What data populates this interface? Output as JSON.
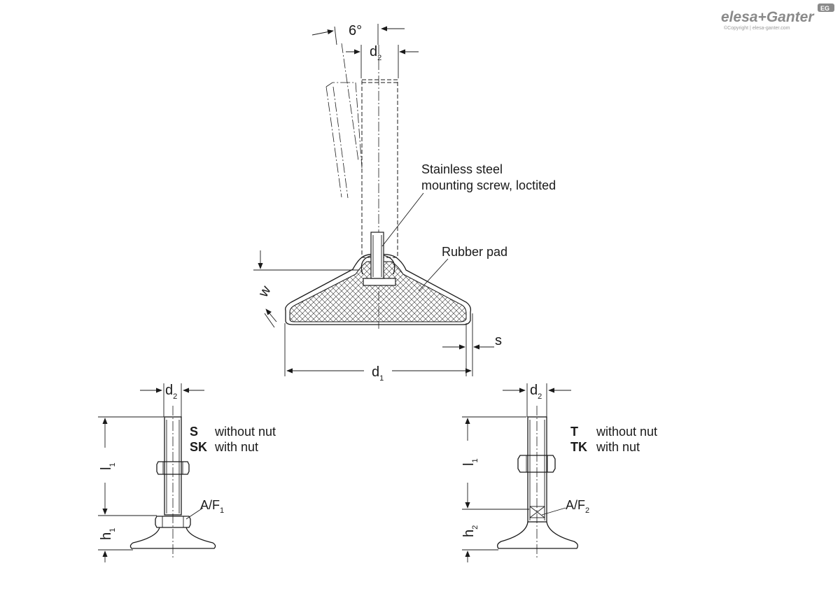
{
  "logo": {
    "brand": "elesa+Ganter",
    "badge": "EG",
    "copyright": "©Copyright | elesa-ganter.com"
  },
  "main_view": {
    "angle_label": "6°",
    "d2_label": "d",
    "d2_sub": "2",
    "screw_callout_line1": "Stainless steel",
    "screw_callout_line2": "mounting screw, loctited",
    "pad_callout": "Rubber pad",
    "w_label": "w",
    "s_label": "s",
    "d1_label": "d",
    "d1_sub": "1"
  },
  "left_view": {
    "d2_label": "d",
    "d2_sub": "2",
    "code1": "S",
    "desc1": "without nut",
    "code2": "SK",
    "desc2": "with nut",
    "l1_label": "l",
    "l1_sub": "1",
    "h1_label": "h",
    "h1_sub": "1",
    "af_label": "A/F",
    "af_sub": "1"
  },
  "right_view": {
    "d2_label": "d",
    "d2_sub": "2",
    "code1": "T",
    "desc1": "without nut",
    "code2": "TK",
    "desc2": "with nut",
    "l1_label": "l",
    "l1_sub": "1",
    "h2_label": "h",
    "h2_sub": "2",
    "af_label": "A/F",
    "af_sub": "2"
  }
}
